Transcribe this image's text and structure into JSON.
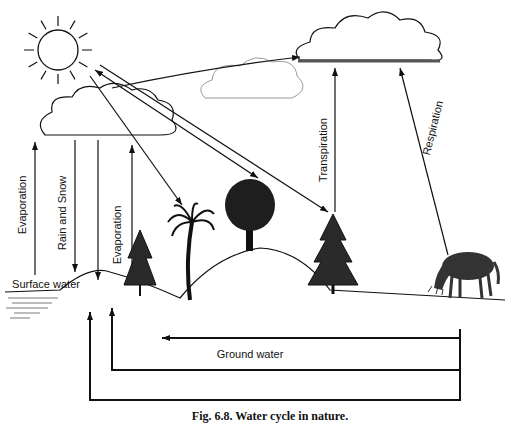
{
  "diagram": {
    "caption": "Fig. 6.8. Water cycle in nature.",
    "labels": [
      "Evaporation",
      "Rain and Snow",
      "Evaporation",
      "Transpiration",
      "Respiration",
      "Surface water",
      "Ground water"
    ]
  }
}
